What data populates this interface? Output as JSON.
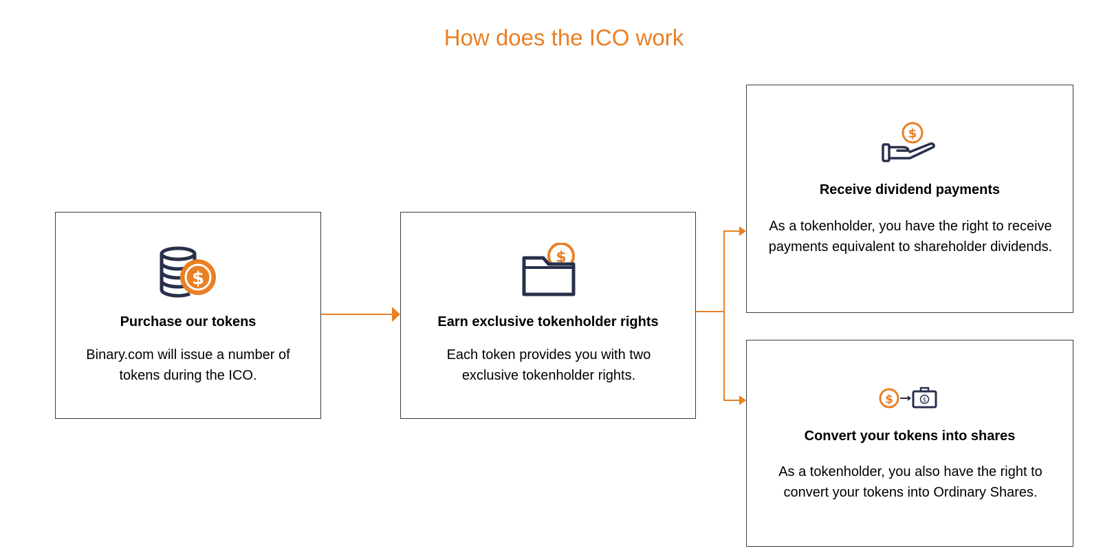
{
  "page": {
    "title": "How does the ICO work"
  },
  "colors": {
    "accent": "#e98024",
    "navy": "#28304b",
    "border": "#3a3a3a"
  },
  "steps": [
    {
      "icon": "coins-stack-icon",
      "title": "Purchase our tokens",
      "description": "Binary.com will issue a number of tokens during the ICO."
    },
    {
      "icon": "folder-coin-icon",
      "title": "Earn exclusive tokenholder rights",
      "description": "Each token provides you with two exclusive tokenholder rights."
    },
    {
      "icon": "hand-coin-icon",
      "title": "Receive dividend payments",
      "description": "As a tokenholder, you have the right to receive payments equivalent to shareholder dividends."
    },
    {
      "icon": "coin-to-briefcase-icon",
      "title": "Convert your tokens into shares",
      "description": "As a tokenholder, you also have the right to convert your tokens into Ordinary Shares."
    }
  ]
}
